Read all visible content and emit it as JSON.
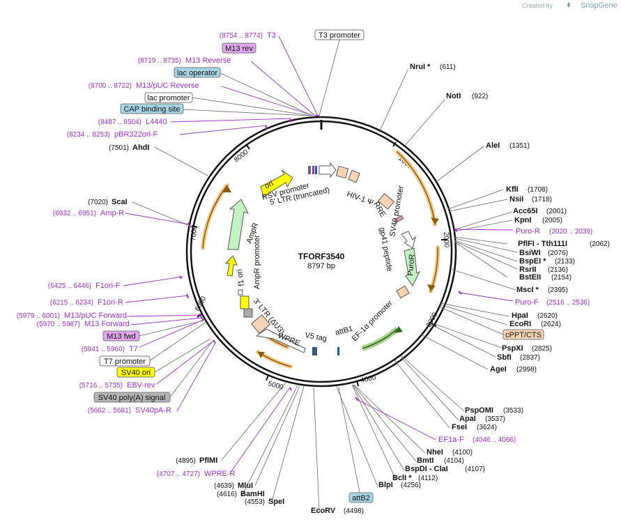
{
  "credit": {
    "prefix": "Created by",
    "brand": "SnapGene"
  },
  "plasmid": {
    "name": "TFORF3540",
    "length": "8797 bp"
  },
  "ticks": [
    "1000",
    "2000",
    "3000",
    "4000",
    "5000",
    "6000",
    "7000",
    "8000"
  ],
  "enzymes_right": [
    {
      "name": "NruI *",
      "pos": "(611)"
    },
    {
      "name": "NotI",
      "pos": "(922)"
    },
    {
      "name": "AleI",
      "pos": "(1351)"
    },
    {
      "name": "KflI",
      "pos": "(1708)"
    },
    {
      "name": "NsiI",
      "pos": "(1718)"
    },
    {
      "name": "Acc65I",
      "pos": "(2001)"
    },
    {
      "name": "KpnI",
      "pos": "(2005)"
    },
    {
      "name": "PflFI - Tth111I",
      "pos": "(2062)"
    },
    {
      "name": "BsiWI",
      "pos": "(2076)"
    },
    {
      "name": "BspEI *",
      "pos": "(2133)"
    },
    {
      "name": "RsrII",
      "pos": "(2136)"
    },
    {
      "name": "BstEII",
      "pos": "(2154)"
    },
    {
      "name": "MscI *",
      "pos": "(2395)"
    },
    {
      "name": "HpaI",
      "pos": "(2620)"
    },
    {
      "name": "EcoRI",
      "pos": "(2624)"
    },
    {
      "name": "PspXI",
      "pos": "(2825)"
    },
    {
      "name": "SbfI",
      "pos": "(2837)"
    },
    {
      "name": "AgeI",
      "pos": "(2998)"
    },
    {
      "name": "PspOMI",
      "pos": "(3533)"
    },
    {
      "name": "ApaI",
      "pos": "(3537)"
    },
    {
      "name": "FseI",
      "pos": "(3624)"
    },
    {
      "name": "NheI",
      "pos": "(4100)"
    },
    {
      "name": "BmtI",
      "pos": "(4104)"
    },
    {
      "name": "BspDI - ClaI",
      "pos": "(4107)"
    },
    {
      "name": "BclI *",
      "pos": "(4112)"
    },
    {
      "name": "BlpI",
      "pos": "(4256)"
    },
    {
      "name": "EcoRV",
      "pos": "(4498)"
    }
  ],
  "enzymes_left": [
    {
      "name": "AhdI",
      "pos": "(7501)"
    },
    {
      "name": "ScaI",
      "pos": "(7020)"
    },
    {
      "name": "SpeI",
      "pos": "(4553)"
    },
    {
      "name": "MluI",
      "pos": "(4639)"
    },
    {
      "name": "BamHI",
      "pos": "(4616)"
    },
    {
      "name": "PflMI",
      "pos": "(4895)"
    }
  ],
  "primers": [
    {
      "name": "T3",
      "pos": "(8754 .. 8774)"
    },
    {
      "name": "M13 Reverse",
      "pos": "(8719 .. 8735)"
    },
    {
      "name": "M13/pUC Reverse",
      "pos": "(8700 .. 8722)"
    },
    {
      "name": "L4440",
      "pos": "(8487 .. 8504)"
    },
    {
      "name": "pBR322ori-F",
      "pos": "(8234 .. 8253)"
    },
    {
      "name": "Amp-R",
      "pos": "(6932 .. 6951)"
    },
    {
      "name": "F1ori-F",
      "pos": "(6425 .. 6446)"
    },
    {
      "name": "F1ori-R",
      "pos": "(6215 .. 6234)"
    },
    {
      "name": "M13/pUC Forward",
      "pos": "(5979 .. 6001)"
    },
    {
      "name": "M13 Forward",
      "pos": "(5970 .. 5987)"
    },
    {
      "name": "T7",
      "pos": "(5941 .. 5960)"
    },
    {
      "name": "EBV-rev",
      "pos": "(5716 .. 5735)"
    },
    {
      "name": "SV40pA-R",
      "pos": "(5662 .. 5681)"
    },
    {
      "name": "WPRE-R",
      "pos": "(4707 .. 4727)"
    },
    {
      "name": "Puro-R",
      "pos": "(2020 .. 2039)"
    },
    {
      "name": "Puro-F",
      "pos": "(2516 .. 2536)"
    },
    {
      "name": "EF1a-F",
      "pos": "(4046 .. 4066)"
    }
  ],
  "boxed_features": {
    "t3_promoter": "T3 promoter",
    "m13_rev": "M13 rev",
    "lac_operator": "lac operator",
    "lac_promoter": "lac promoter",
    "cap_site": "CAP binding site",
    "cppt": "cPPT/CTS",
    "m13_fwd": "M13 fwd",
    "t7_promoter": "T7 promoter",
    "sv40_ori": "SV40 ori",
    "sv40_polya": "SV40 poly(A) signal",
    "attb2": "attB2"
  },
  "inner_features": {
    "ori": "ori",
    "rsv_promoter": "RSV promoter",
    "ltr5": "5' LTR (truncated)",
    "hiv": "HIV-1 Ψ",
    "rre": "RRE",
    "gp41": "gp41 peptide",
    "sv40_promoter": "SV40 promoter",
    "puror": "PuroR",
    "ef1a": "EF-1α promoter",
    "attb1": "attB1",
    "v5": "V5 tag",
    "wpre": "WPRE",
    "ltr3": "3' LTR (ΔU3)",
    "f1ori": "f1 ori",
    "ampr_promoter": "AmpR promoter",
    "ampr": "AmpR"
  },
  "colors": {
    "primer": "#9b30c8",
    "orf": "#e8a23c",
    "backbone": "#111111"
  }
}
